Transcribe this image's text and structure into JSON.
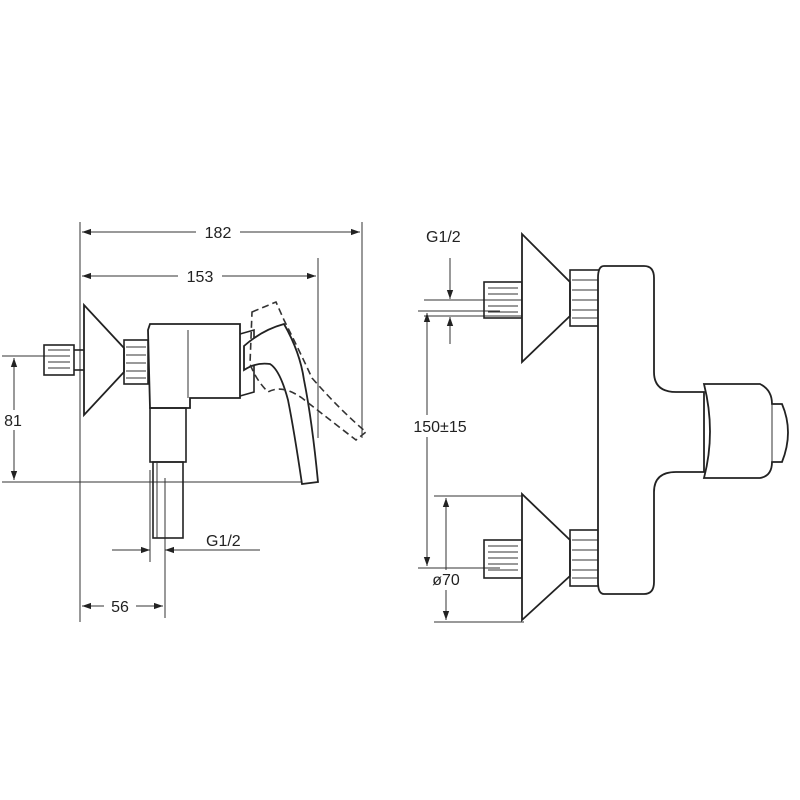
{
  "dimensions": {
    "side_total_length": "182",
    "side_body_length": "153",
    "side_height": "81",
    "side_offset": "56",
    "side_thread": "G1/2",
    "front_thread": "G1/2",
    "front_spacing": "150±15",
    "front_flange_diameter": "ø70"
  },
  "colors": {
    "line": "#222222",
    "background": "#ffffff"
  }
}
